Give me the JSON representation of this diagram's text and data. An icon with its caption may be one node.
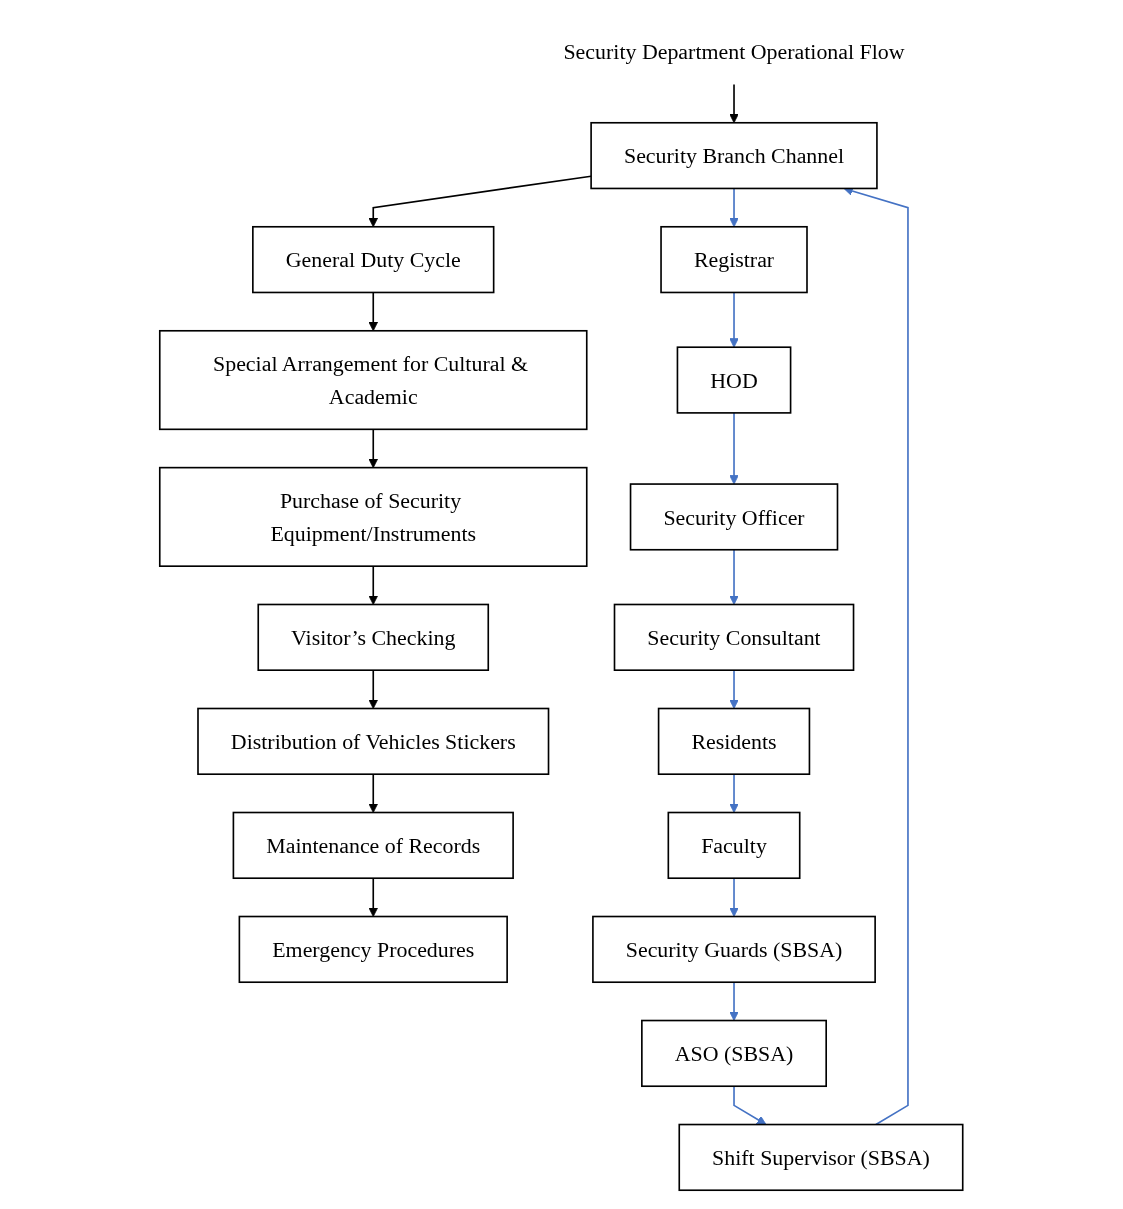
{
  "diagram": {
    "nodes": [
      {
        "text": [
          "Security Department Operational Flow"
        ]
      },
      {
        "text": [
          "Security Branch Channel"
        ]
      },
      {
        "text": [
          "Registrar"
        ]
      },
      {
        "text": [
          "HOD"
        ]
      },
      {
        "text": [
          "Security Officer"
        ]
      },
      {
        "text": [
          "Security Consultant"
        ]
      },
      {
        "text": [
          "General Duty Cycle"
        ]
      },
      {
        "text": [
          "Special Arrangement for Cultural & Academic"
        ]
      },
      {
        "text": [
          "Purchase of Security Equipment/Instruments"
        ]
      },
      {
        "text": [
          "Visitor’s Checking"
        ]
      },
      {
        "text": [
          "Distribution of Vehicles Stickers"
        ]
      },
      {
        "text": [
          "Maintenance of Records"
        ]
      },
      {
        "text": [
          "Emergency Procedures"
        ]
      },
      {
        "text": [
          "Shift Supervisor (SBSA)"
        ]
      },
      {
        "text": [
          "ASO (SBSA)"
        ]
      },
      {
        "text": [
          "Security Guards (SBSA)"
        ]
      },
      {
        "text": [
          "Faculty"
        ]
      },
      {
        "text": [
          "Residents"
        ]
      }
    ],
    "edges": [
      {
        "from": 0,
        "to": 1,
        "arrow": "to",
        "color": "#000000"
      },
      {
        "from": 1,
        "to": 2,
        "arrow": "to"
      },
      {
        "from": 2,
        "to": 3,
        "arrow": "to"
      },
      {
        "from": 3,
        "to": 4,
        "arrow": "to"
      },
      {
        "from": 4,
        "to": 5,
        "arrow": "to"
      },
      {
        "from": 1,
        "to": 6,
        "arrow": "to",
        "color": "#000000"
      },
      {
        "from": 6,
        "to": 7,
        "arrow": "to",
        "color": "#000000"
      },
      {
        "from": 7,
        "to": 8,
        "arrow": "to",
        "color": "#000000"
      },
      {
        "from": 8,
        "to": 9,
        "arrow": "to",
        "color": "#000000"
      },
      {
        "from": 9,
        "to": 10,
        "arrow": "to",
        "color": "#000000"
      },
      {
        "from": 10,
        "to": 11,
        "arrow": "to",
        "color": "#000000"
      },
      {
        "from": 11,
        "to": 12,
        "arrow": "to",
        "color": "#000000"
      },
      {
        "from": 5,
        "to": 17,
        "arrow": "to"
      },
      {
        "from": 17,
        "to": 16,
        "arrow": "to"
      },
      {
        "from": 16,
        "to": 15,
        "arrow": "to"
      },
      {
        "from": 15,
        "to": 14,
        "arrow": "to"
      },
      {
        "from": 14,
        "to": 13,
        "arrow": "to"
      },
      {
        "from": 13,
        "to": 1,
        "arrow": "to"
      }
    ]
  }
}
